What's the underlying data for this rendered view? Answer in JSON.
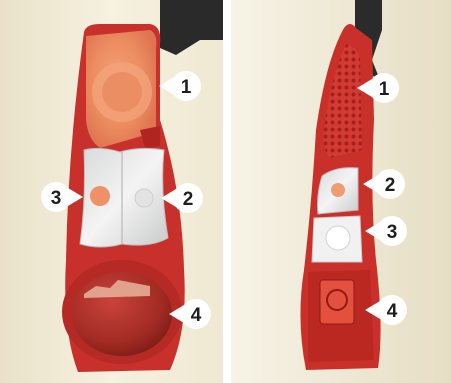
{
  "figure": {
    "panels": [
      {
        "id": "left",
        "description_name": "rear-lamp-cluster-left",
        "callouts": [
          {
            "label": "1"
          },
          {
            "label": "2"
          },
          {
            "label": "3"
          },
          {
            "label": "4"
          }
        ]
      },
      {
        "id": "right",
        "description_name": "rear-lamp-cluster-right",
        "callouts": [
          {
            "label": "1"
          },
          {
            "label": "2"
          },
          {
            "label": "3"
          },
          {
            "label": "4"
          }
        ]
      }
    ]
  },
  "colors": {
    "lamp_red": "#c8302c",
    "lamp_orange": "#ee9468",
    "lamp_dark_red": "#9e2420",
    "clear_lens": "#e9eaea",
    "body_cream": "#f2ecd8",
    "callout_fill": "#ffffff",
    "callout_text": "#1e1e1e"
  }
}
